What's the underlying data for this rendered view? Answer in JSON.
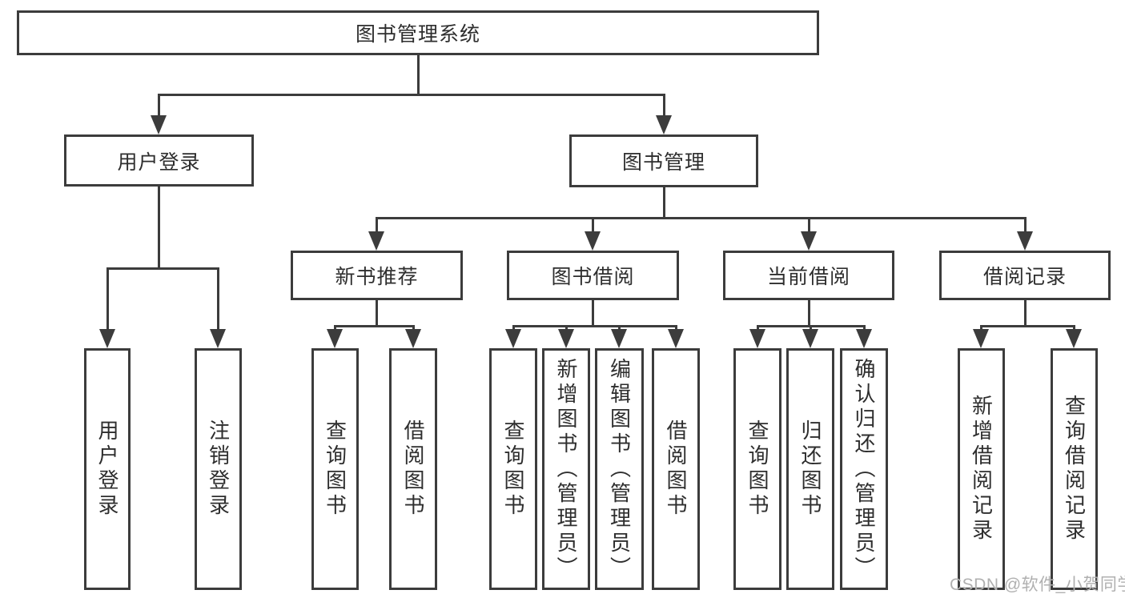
{
  "diagram": {
    "type": "tree",
    "root": {
      "label": "图书管理系统"
    },
    "level2": [
      {
        "label": "用户登录",
        "children": [
          {
            "label": "用户登录"
          },
          {
            "label": "注销登录"
          }
        ]
      },
      {
        "label": "图书管理",
        "children": [
          {
            "label": "新书推荐",
            "children": [
              {
                "label": "查询图书"
              },
              {
                "label": "借阅图书"
              }
            ]
          },
          {
            "label": "图书借阅",
            "children": [
              {
                "label": "查询图书"
              },
              {
                "label": "新增图书（管理员）"
              },
              {
                "label": "编辑图书（管理员）"
              },
              {
                "label": "借阅图书"
              }
            ]
          },
          {
            "label": "当前借阅",
            "children": [
              {
                "label": "查询图书"
              },
              {
                "label": "归还图书"
              },
              {
                "label": "确认归还（管理员）"
              }
            ]
          },
          {
            "label": "借阅记录",
            "children": [
              {
                "label": "新增借阅记录"
              },
              {
                "label": "查询借阅记录"
              }
            ]
          }
        ]
      }
    ]
  },
  "watermark": {
    "text": "CSDN @软件_小贺同学"
  },
  "colors": {
    "line": "#3c3c3c",
    "text": "#2e2e2e",
    "background": "#ffffff",
    "watermark": "#b0b0b0"
  }
}
